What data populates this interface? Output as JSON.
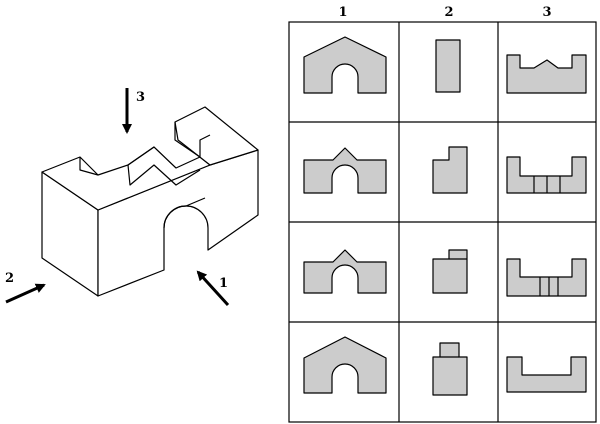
{
  "object": {
    "arrows": [
      {
        "id": "1",
        "label": "1"
      },
      {
        "id": "2",
        "label": "2"
      },
      {
        "id": "3",
        "label": "3"
      }
    ]
  },
  "table": {
    "headers": [
      "1",
      "2",
      "3"
    ]
  }
}
